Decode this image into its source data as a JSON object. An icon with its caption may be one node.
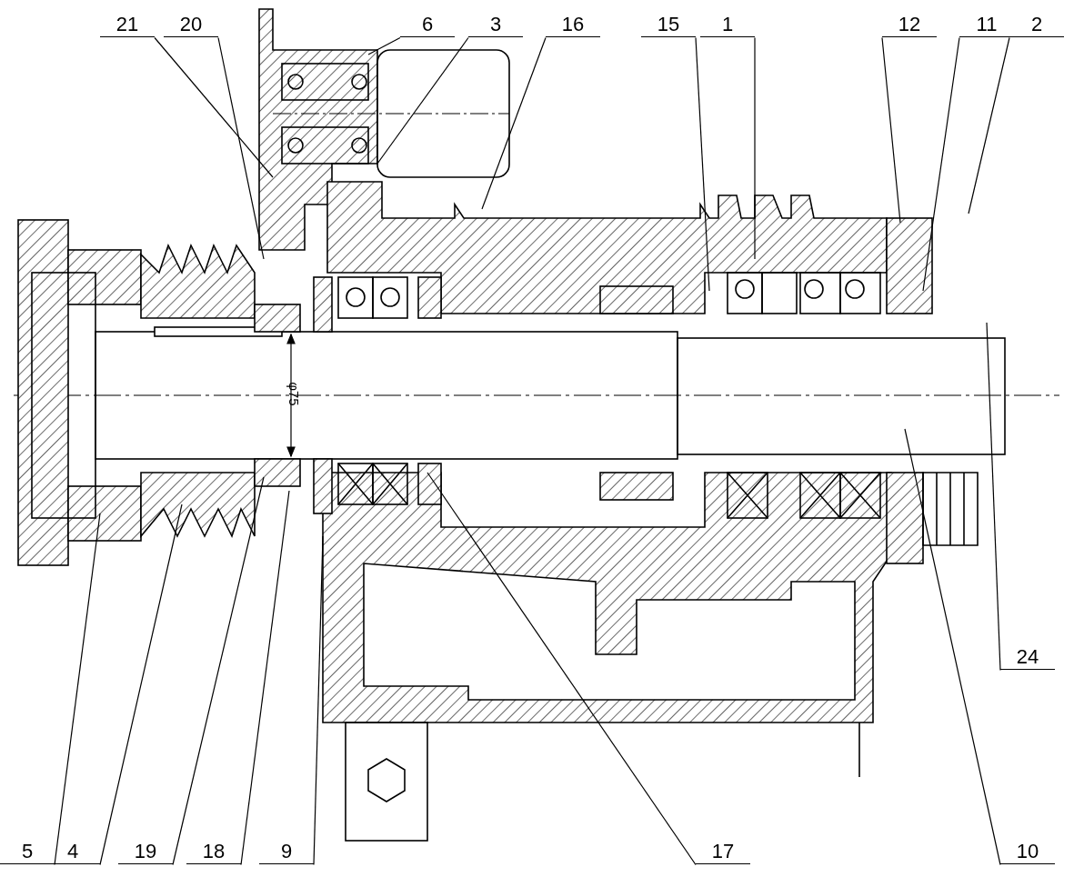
{
  "diagram": {
    "nodes": [
      {
        "text": [
          "21"
        ]
      },
      {
        "text": [
          "20"
        ]
      },
      {
        "text": [
          "6"
        ]
      },
      {
        "text": [
          "3"
        ]
      },
      {
        "text": [
          "16"
        ]
      },
      {
        "text": [
          "15"
        ]
      },
      {
        "text": [
          "1"
        ]
      },
      {
        "text": [
          "12"
        ]
      },
      {
        "text": [
          "11"
        ]
      },
      {
        "text": [
          "2"
        ]
      },
      {
        "text": [
          "24"
        ]
      },
      {
        "text": [
          "5"
        ]
      },
      {
        "text": [
          "4"
        ]
      },
      {
        "text": [
          "19"
        ]
      },
      {
        "text": [
          "18"
        ]
      },
      {
        "text": [
          "9"
        ]
      },
      {
        "text": [
          "17"
        ]
      },
      {
        "text": [
          "10"
        ]
      }
    ],
    "edges": [
      {
        "from": 0,
        "to": null,
        "arrow": "none"
      },
      {
        "from": 1,
        "to": null,
        "arrow": "none"
      },
      {
        "from": 2,
        "to": null,
        "arrow": "none"
      },
      {
        "from": 3,
        "to": null,
        "arrow": "none"
      },
      {
        "from": 4,
        "to": null,
        "arrow": "none"
      },
      {
        "from": 5,
        "to": null,
        "arrow": "none"
      },
      {
        "from": 6,
        "to": null,
        "arrow": "none"
      },
      {
        "from": 7,
        "to": null,
        "arrow": "none"
      },
      {
        "from": 8,
        "to": null,
        "arrow": "none"
      },
      {
        "from": 9,
        "to": null,
        "arrow": "none"
      },
      {
        "from": 10,
        "to": null,
        "arrow": "none"
      },
      {
        "from": 11,
        "to": null,
        "arrow": "none"
      },
      {
        "from": 12,
        "to": null,
        "arrow": "none"
      },
      {
        "from": 13,
        "to": null,
        "arrow": "none"
      },
      {
        "from": 14,
        "to": null,
        "arrow": "none"
      },
      {
        "from": 15,
        "to": null,
        "arrow": "none"
      },
      {
        "from": 16,
        "to": null,
        "arrow": "none"
      },
      {
        "from": 17,
        "to": null,
        "arrow": "none"
      }
    ],
    "labels": [
      "φ75"
    ]
  }
}
